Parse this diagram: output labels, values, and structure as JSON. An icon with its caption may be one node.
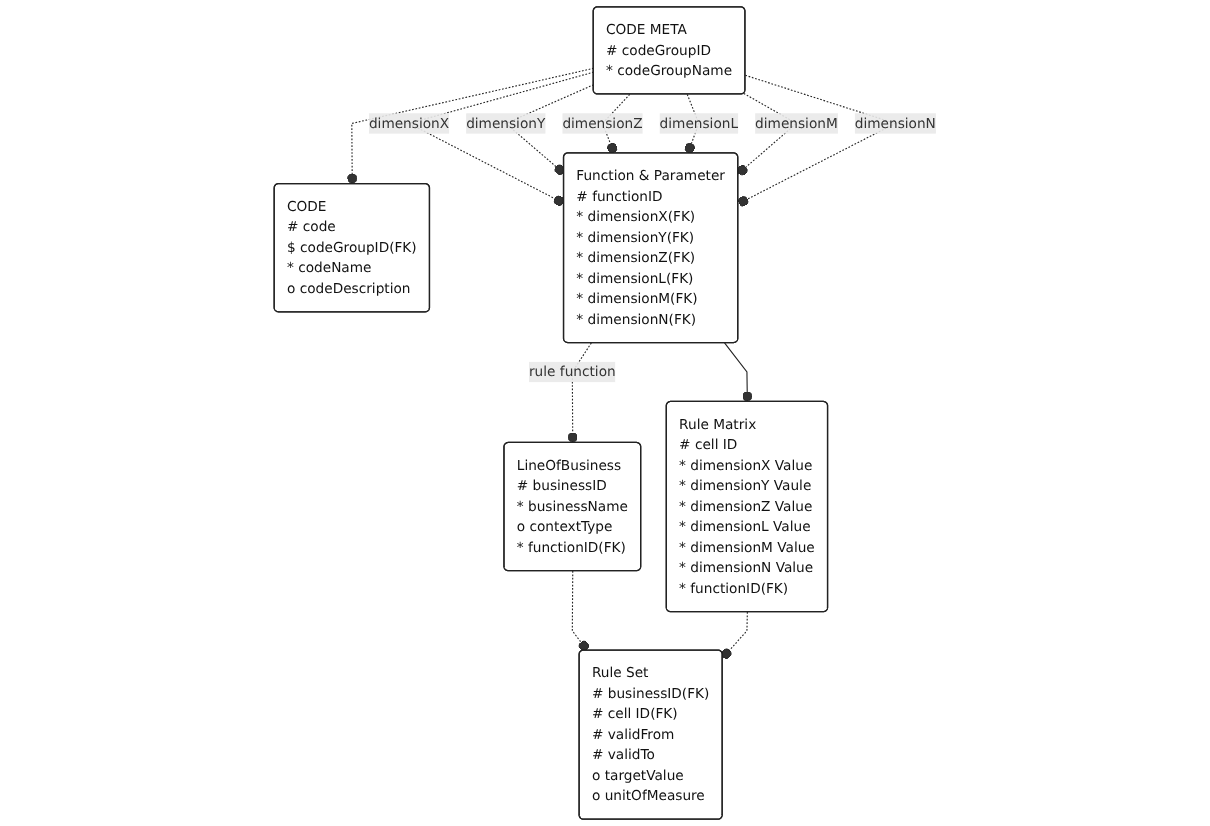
{
  "diagram": {
    "nodes": [
      {
        "text": [
          "CODE",
          "# code",
          "$ codeGroupID(FK)",
          "* codeName",
          "o codeDescription"
        ]
      },
      {
        "text": [
          "CODE META",
          "# codeGroupID",
          "* codeGroupName"
        ]
      },
      {
        "text": [
          "Function & Parameter",
          "# functionID",
          "* dimensionX(FK)",
          "* dimensionY(FK)",
          "* dimensionZ(FK)",
          "* dimensionL(FK)",
          "* dimensionM(FK)",
          "* dimensionN(FK)"
        ]
      },
      {
        "text": [
          "LineOfBusiness",
          "# businessID",
          "* businessName",
          "o contextType",
          "* functionID(FK)"
        ]
      },
      {
        "text": [
          "Rule Set",
          "# businessID(FK)",
          "# cell ID(FK)",
          "# validFrom",
          "# validTo",
          "o targetValue",
          "o unitOfMeasure"
        ]
      },
      {
        "text": [
          "Rule Matrix",
          "# cell ID",
          "* dimensionX Value",
          "* dimensionY Vaule",
          "* dimensionZ Value",
          "* dimensionL Value",
          "* dimensionM Value",
          "* dimensionN Value",
          "* functionID(FK)"
        ]
      }
    ],
    "edges": [
      {
        "from": 1,
        "to": 0,
        "arrow": "other",
        "style": "dashed"
      },
      {
        "from": 1,
        "to": 2,
        "arrow": "other",
        "label": "dimensionX",
        "style": "dashed"
      },
      {
        "from": 1,
        "to": 2,
        "arrow": "other",
        "label": "dimensionY",
        "style": "dashed"
      },
      {
        "from": 1,
        "to": 2,
        "arrow": "other",
        "label": "dimensionZ",
        "style": "dashed"
      },
      {
        "from": 1,
        "to": 2,
        "arrow": "other",
        "label": "dimensionL",
        "style": "dashed"
      },
      {
        "from": 1,
        "to": 2,
        "arrow": "other",
        "label": "dimensionM",
        "style": "dashed"
      },
      {
        "from": 1,
        "to": 2,
        "arrow": "other",
        "label": "dimensionN",
        "style": "dashed"
      },
      {
        "from": 2,
        "to": 3,
        "arrow": "other",
        "label": "rule function",
        "style": "dashed"
      },
      {
        "from": 3,
        "to": 4,
        "arrow": "other",
        "style": "dashed"
      },
      {
        "from": 5,
        "to": 4,
        "arrow": "other",
        "style": "dashed"
      },
      {
        "from": 2,
        "to": 5,
        "arrow": "other"
      }
    ]
  }
}
